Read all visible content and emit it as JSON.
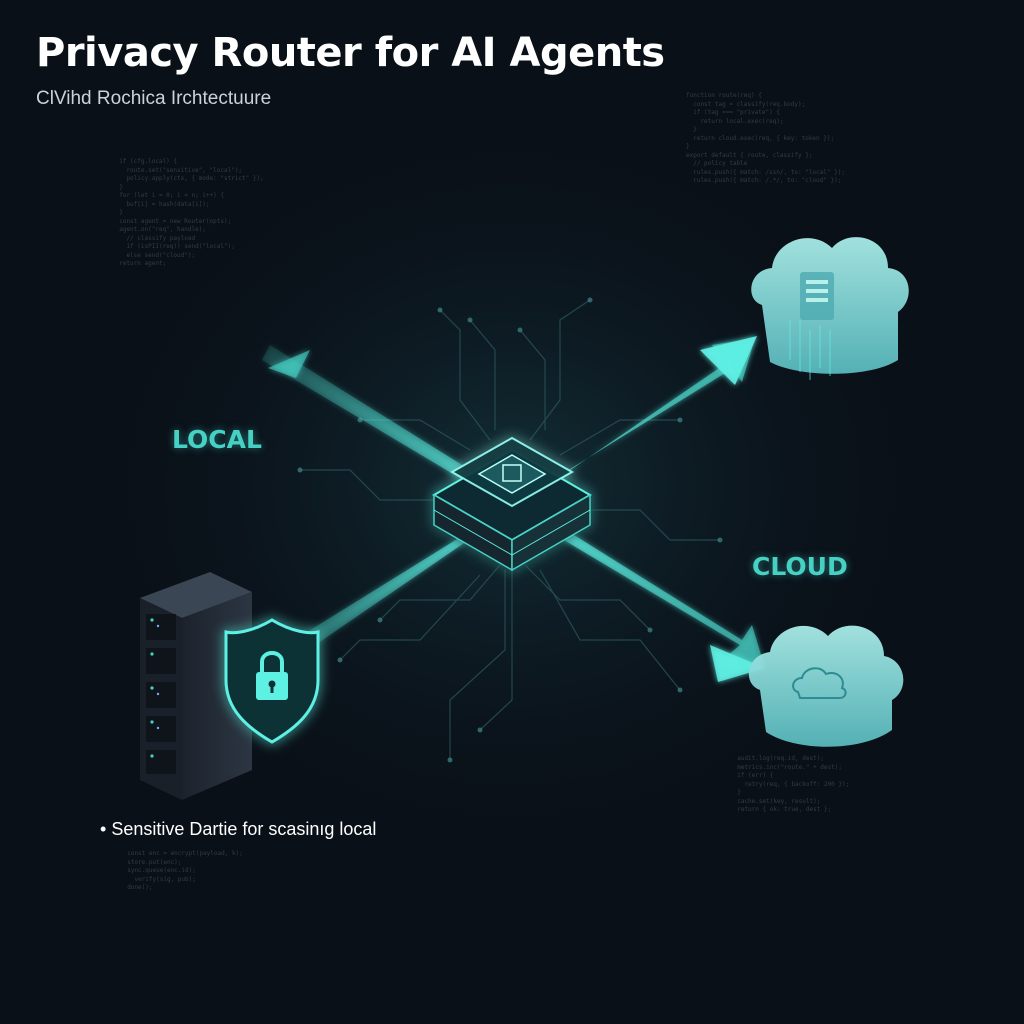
{
  "header": {
    "title": "Privacy Router for AI Agents",
    "subtitle": "ClVihd Rochica Irchtectuure"
  },
  "diagram": {
    "labels": {
      "local": "LOCAL",
      "cloud": "CLOUD"
    },
    "note": "Sensitive Dartie for scasinıg local",
    "colors": {
      "background": "#0a1018",
      "accent": "#46d1c5",
      "glow": "#5ff0e4",
      "cloud": "#7fd9d6",
      "server": "#2a3440"
    },
    "icons": {
      "router": "router-chip-icon",
      "server": "server-rack-icon",
      "shield": "shield-lock-icon",
      "cloud_top": "cloud-database-icon",
      "cloud_bottom": "cloud-icon"
    }
  }
}
